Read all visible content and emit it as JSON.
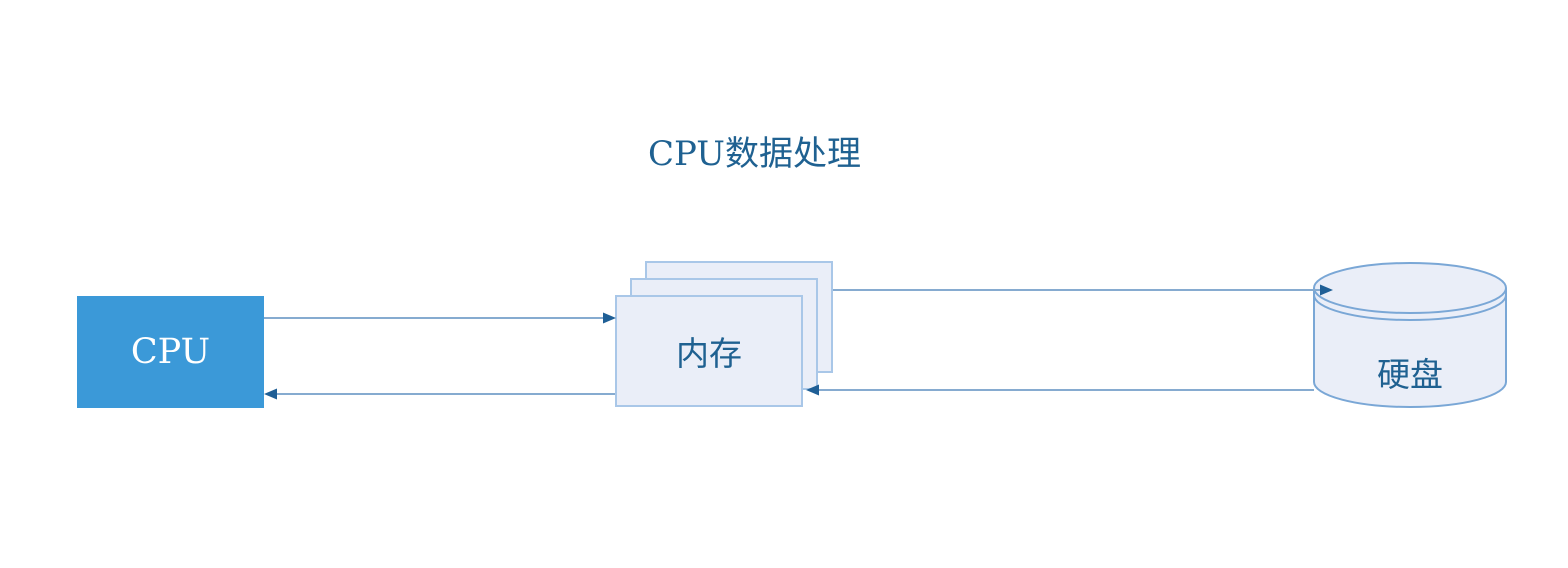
{
  "title": "CPU数据处理",
  "nodes": {
    "cpu": {
      "label": "CPU",
      "shape": "rectangle"
    },
    "memory": {
      "label": "内存",
      "shape": "stacked-rectangles"
    },
    "disk": {
      "label": "硬盘",
      "shape": "cylinder"
    }
  },
  "edges": [
    {
      "id": "cpu-to-memory",
      "from": "cpu",
      "to": "memory"
    },
    {
      "id": "memory-to-cpu",
      "from": "memory",
      "to": "cpu"
    },
    {
      "id": "memory-to-disk",
      "from": "memory",
      "to": "disk"
    },
    {
      "id": "disk-to-memory",
      "from": "disk",
      "to": "memory"
    }
  ],
  "colors": {
    "background": "#ffffff",
    "title_text": "#1f6191",
    "cpu_fill": "#3b99d8",
    "cpu_text": "#ffffff",
    "node_fill": "#eaeef8",
    "memory_border": "#a9c7e8",
    "disk_border": "#7aa7d6",
    "node_text": "#1f6191",
    "connector_line": "#86abd0",
    "arrowhead": "#1f5f96"
  }
}
